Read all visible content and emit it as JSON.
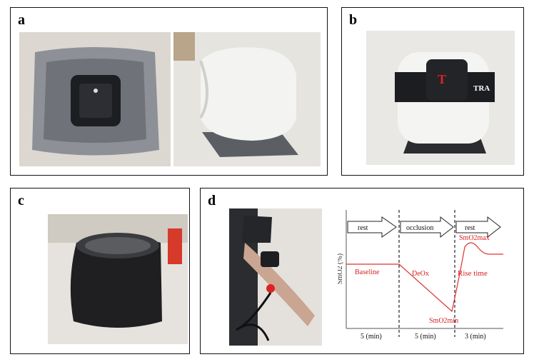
{
  "panels": {
    "a": {
      "label": "a"
    },
    "b": {
      "label": "b"
    },
    "c": {
      "label": "c"
    },
    "d": {
      "label": "d"
    }
  },
  "chart_data": {
    "type": "line",
    "xlabel": "",
    "ylabel": "SmO2 (%)",
    "phases": [
      {
        "label": "rest",
        "duration": "5 (min)"
      },
      {
        "label": "occlusion",
        "duration": "5 (min)"
      },
      {
        "label": "rest",
        "duration": "3 (min)"
      }
    ],
    "annotations": {
      "baseline": "Baseline",
      "deox": "DeOx",
      "rise_time": "Rise time",
      "smo2max": "SmO2max",
      "smo2min": "SmO2min"
    },
    "colors": {
      "curve": "#e03030",
      "annotation": "#d62020",
      "axis": "#555555"
    }
  }
}
